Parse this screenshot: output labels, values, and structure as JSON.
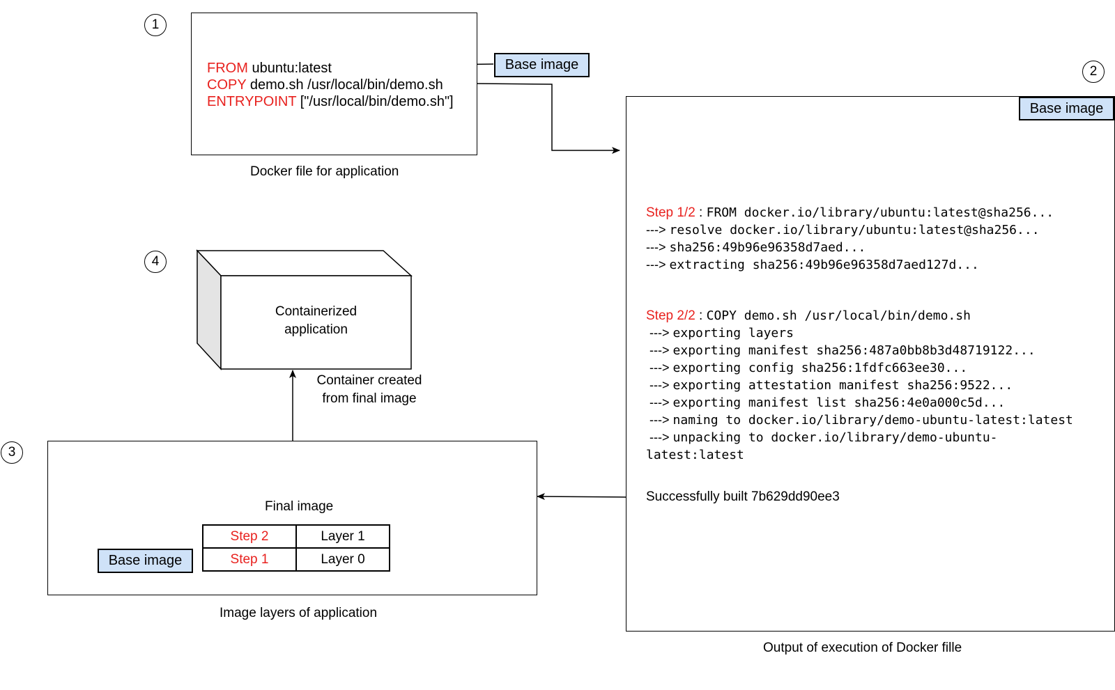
{
  "markers": {
    "one": "1",
    "two": "2",
    "three": "3",
    "four": "4"
  },
  "dockerfile": {
    "lines": [
      {
        "keyword": "FROM",
        "args": " ubuntu:latest"
      },
      {
        "keyword": "COPY",
        "args": " demo.sh /usr/local/bin/demo.sh"
      },
      {
        "keyword": "ENTRYPOINT",
        "args": " [\"/usr/local/bin/demo.sh\"]"
      }
    ],
    "base_tag": "Base image",
    "caption": "Docker file for application"
  },
  "output": {
    "base_tag": "Base image",
    "step1": {
      "label": "Step 1/2",
      "sep": " : ",
      "command": "FROM docker.io/library/ubuntu:latest@sha256...",
      "lines": [
        "resolve docker.io/library/ubuntu:latest@sha256...",
        "sha256:49b96e96358d7aed...",
        "extracting sha256:49b96e96358d7aed127d..."
      ]
    },
    "step2": {
      "label": "Step 2/2",
      "sep": " : ",
      "command": "COPY demo.sh /usr/local/bin/demo.sh",
      "lines": [
        "exporting layers",
        "exporting manifest sha256:487a0bb8b3d48719122...",
        "exporting config sha256:1fdfc663ee30...",
        "exporting attestation manifest sha256:9522...",
        "exporting manifest list sha256:4e0a000c5d...",
        "naming to docker.io/library/demo-ubuntu-latest:latest",
        "unpacking to docker.io/library/demo-ubuntu-",
        "latest:latest"
      ]
    },
    "arrow_prefix": "--->",
    "success": "Successfully built 7b629dd90ee3",
    "caption": "Output of execution of Docker fille"
  },
  "final_image": {
    "title": "Final image",
    "rows": [
      {
        "step": "Step 2",
        "layer": "Layer 1"
      },
      {
        "step": "Step 1",
        "layer": "Layer 0"
      }
    ],
    "base_tag": "Base image",
    "caption": "Image layers of application"
  },
  "container": {
    "label_line1": "Containerized",
    "label_line2": "application",
    "arrow_caption_line1": "Container created",
    "arrow_caption_line2": "from final image"
  },
  "colors": {
    "step_red": "#e8211e",
    "tag_blue": "#cfe2f8"
  }
}
